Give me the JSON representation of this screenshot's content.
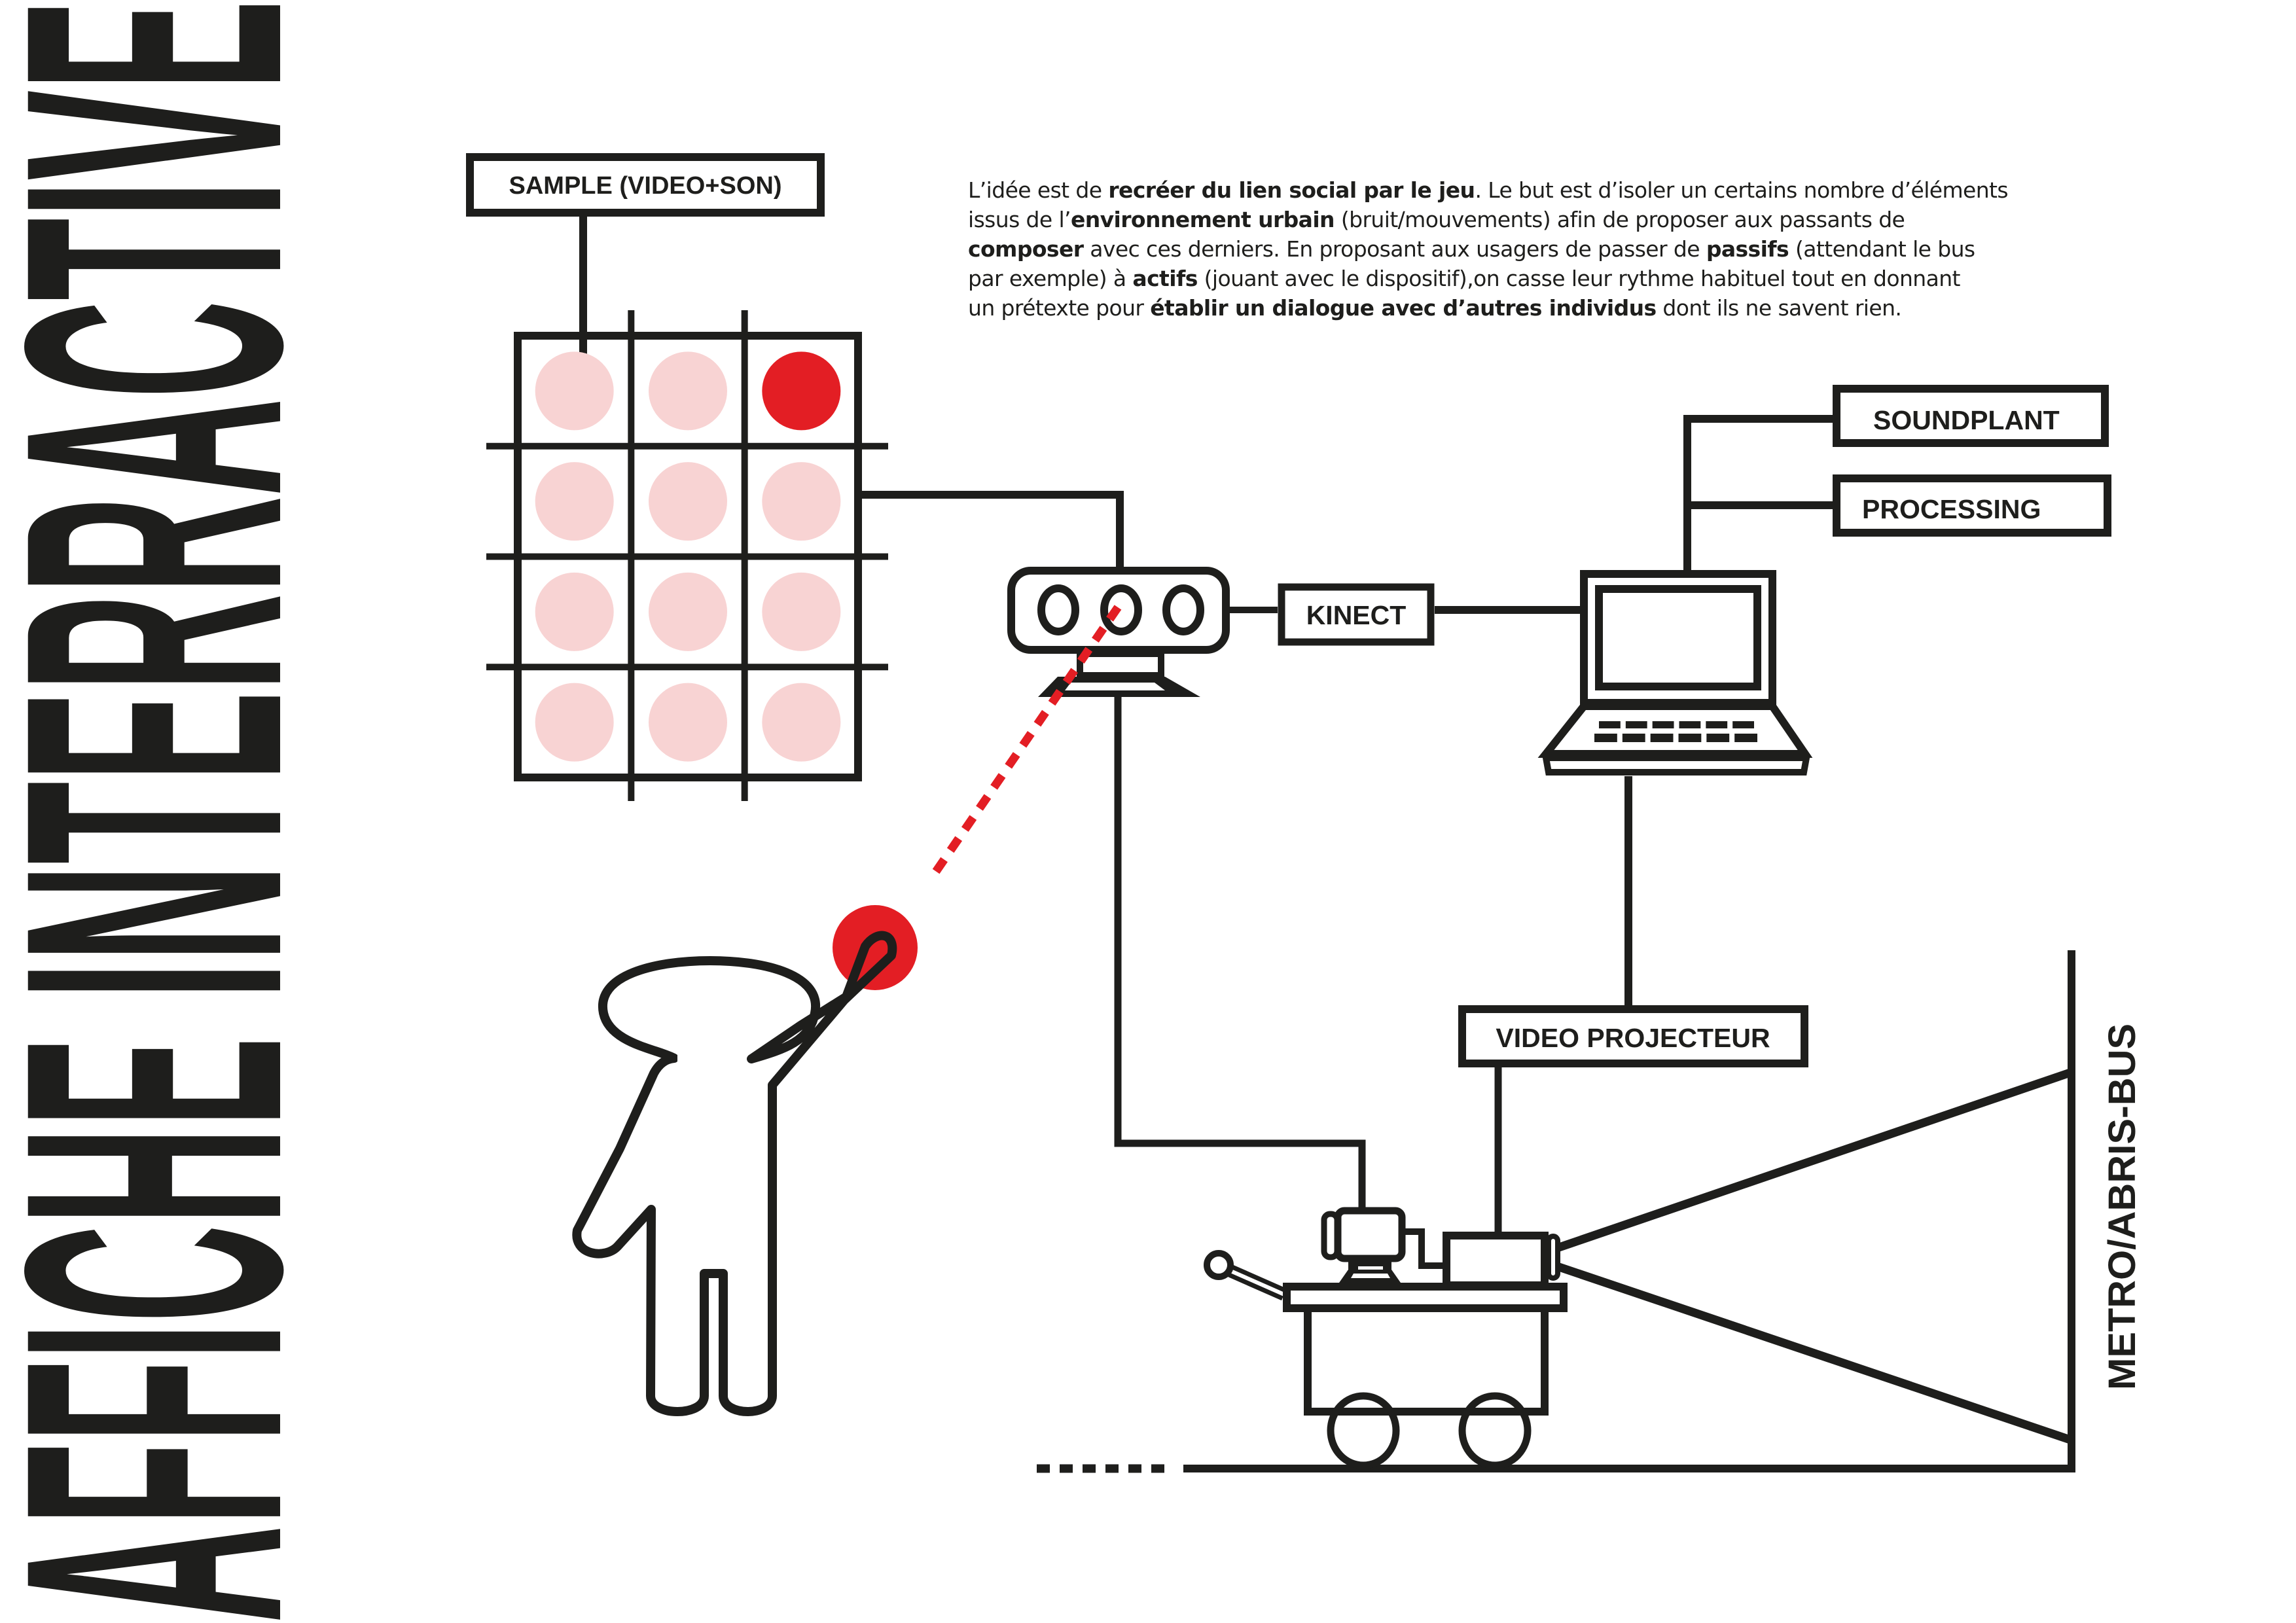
{
  "title": "AFFICHE INTERRACTIVE",
  "colors": {
    "ink": "#1e1e1c",
    "accent_red": "#e31e24",
    "pad_pink": "#f8d3d3"
  },
  "description": {
    "lines": [
      [
        {
          "t": "L’idée est de ",
          "b": false
        },
        {
          "t": "recréer du lien social par le jeu",
          "b": true
        },
        {
          "t": ". Le but est d’isoler un certains nombre d’éléments",
          "b": false
        }
      ],
      [
        {
          "t": "issus de l’",
          "b": false
        },
        {
          "t": "environnement urbain",
          "b": true
        },
        {
          "t": " (bruit/mouvements) afin de proposer  aux passants de",
          "b": false
        }
      ],
      [
        {
          "t": "composer",
          "b": true
        },
        {
          "t": " avec ces derniers.  En proposant aux usagers de passer de ",
          "b": false
        },
        {
          "t": "passifs",
          "b": true
        },
        {
          "t": " (attendant le bus",
          "b": false
        }
      ],
      [
        {
          "t": "par exemple) à ",
          "b": false
        },
        {
          "t": "actifs",
          "b": true
        },
        {
          "t": " (jouant avec le dispositif),on casse leur rythme habituel tout en donnant",
          "b": false
        }
      ],
      [
        {
          "t": "un prétexte pour ",
          "b": false
        },
        {
          "t": "établir un dialogue avec d’autres individus",
          "b": true
        },
        {
          "t": "  dont ils ne savent rien.",
          "b": false
        }
      ]
    ]
  },
  "labels": {
    "sample": "SAMPLE (VIDEO+SON)",
    "kinect": "KINECT",
    "soundplant": "SOUNDPLANT",
    "processing": "PROCESSING",
    "video_projecteur": "VIDEO PROJECTEUR",
    "location": "METRO/ABRIS-BUS"
  },
  "sample_grid": {
    "rows": 4,
    "cols": 3,
    "active_cells": [
      [
        0,
        2
      ]
    ]
  },
  "icons": {
    "kinect": "kinect-sensor-icon",
    "laptop": "laptop-icon",
    "person": "person-icon",
    "cart": "cart-with-camera-and-projector-icon"
  }
}
